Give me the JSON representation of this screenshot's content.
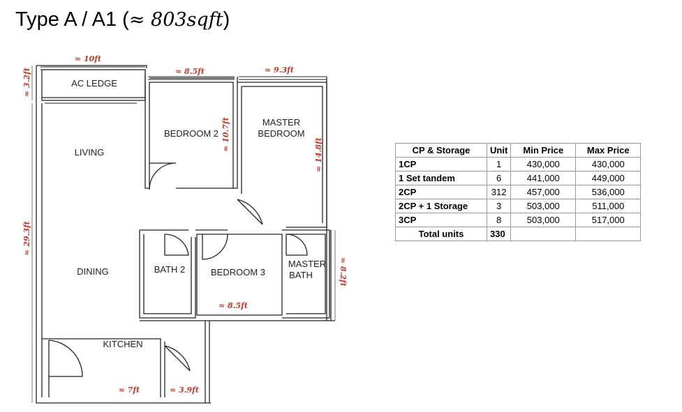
{
  "title": {
    "text": "Type A / A1 (",
    "area": "≈ 803sqft",
    "close": ")"
  },
  "rooms": {
    "ac_ledge": "AC LEDGE",
    "bedroom2": "BEDROOM 2",
    "master_bedroom_1": "MASTER",
    "master_bedroom_2": "BEDROOM",
    "living": "LIVING",
    "dining": "DINING",
    "bath2": "BATH 2",
    "bedroom3": "BEDROOM 3",
    "master_bath_1": "MASTER",
    "master_bath_2": "BATH",
    "kitchen": "KITCHEN"
  },
  "dimensions": {
    "ac_ledge_width": "≈ 10ft",
    "ac_ledge_depth": "≈ 3.2ft",
    "bedroom2_width": "≈ 8.5ft",
    "bedroom2_depth": "≈ 10.7ft",
    "master_width": "≈ 9.3ft",
    "master_depth": "≈ 14.8ft",
    "unit_depth": "≈ 29.3ft",
    "master_bath_depth": "≈ 8.2ft",
    "bedroom3_width": "≈ 8.5ft",
    "kitchen_width": "≈ 7ft",
    "yard_width": "≈ 3.9ft"
  },
  "table": {
    "headers": [
      "CP & Storage",
      "Unit",
      "Min Price",
      "Max Price"
    ],
    "rows": [
      [
        "1CP",
        "1",
        "430,000",
        "430,000"
      ],
      [
        "1 Set tandem",
        "6",
        "441,000",
        "449,000"
      ],
      [
        "2CP",
        "312",
        "457,000",
        "536,000"
      ],
      [
        "2CP + 1 Storage",
        "3",
        "503,000",
        "511,000"
      ],
      [
        "3CP",
        "8",
        "503,000",
        "517,000"
      ]
    ],
    "total_label": "Total units",
    "total_value": "330"
  }
}
